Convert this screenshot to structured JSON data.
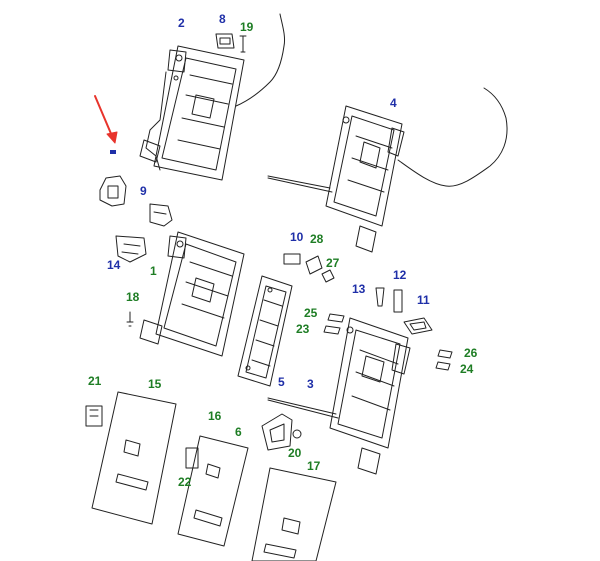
{
  "diagram": {
    "pointer_arrow_color": "#e8342c",
    "callouts": [
      {
        "label": "2",
        "color": "blue"
      },
      {
        "label": "8",
        "color": "blue"
      },
      {
        "label": "19",
        "color": "green"
      },
      {
        "label": "4",
        "color": "blue"
      },
      {
        "label": "",
        "color": "boxed"
      },
      {
        "label": "9",
        "color": "blue"
      },
      {
        "label": "10",
        "color": "blue"
      },
      {
        "label": "28",
        "color": "green"
      },
      {
        "label": "27",
        "color": "green"
      },
      {
        "label": "14",
        "color": "blue"
      },
      {
        "label": "1",
        "color": "green"
      },
      {
        "label": "12",
        "color": "blue"
      },
      {
        "label": "13",
        "color": "blue"
      },
      {
        "label": "18",
        "color": "green"
      },
      {
        "label": "11",
        "color": "blue"
      },
      {
        "label": "25",
        "color": "green"
      },
      {
        "label": "23",
        "color": "green"
      },
      {
        "label": "26",
        "color": "green"
      },
      {
        "label": "24",
        "color": "green"
      },
      {
        "label": "5",
        "color": "blue"
      },
      {
        "label": "3",
        "color": "blue"
      },
      {
        "label": "21",
        "color": "green"
      },
      {
        "label": "15",
        "color": "green"
      },
      {
        "label": "16",
        "color": "green"
      },
      {
        "label": "6",
        "color": "green"
      },
      {
        "label": "20",
        "color": "green"
      },
      {
        "label": "22",
        "color": "green"
      },
      {
        "label": "17",
        "color": "green"
      }
    ]
  }
}
